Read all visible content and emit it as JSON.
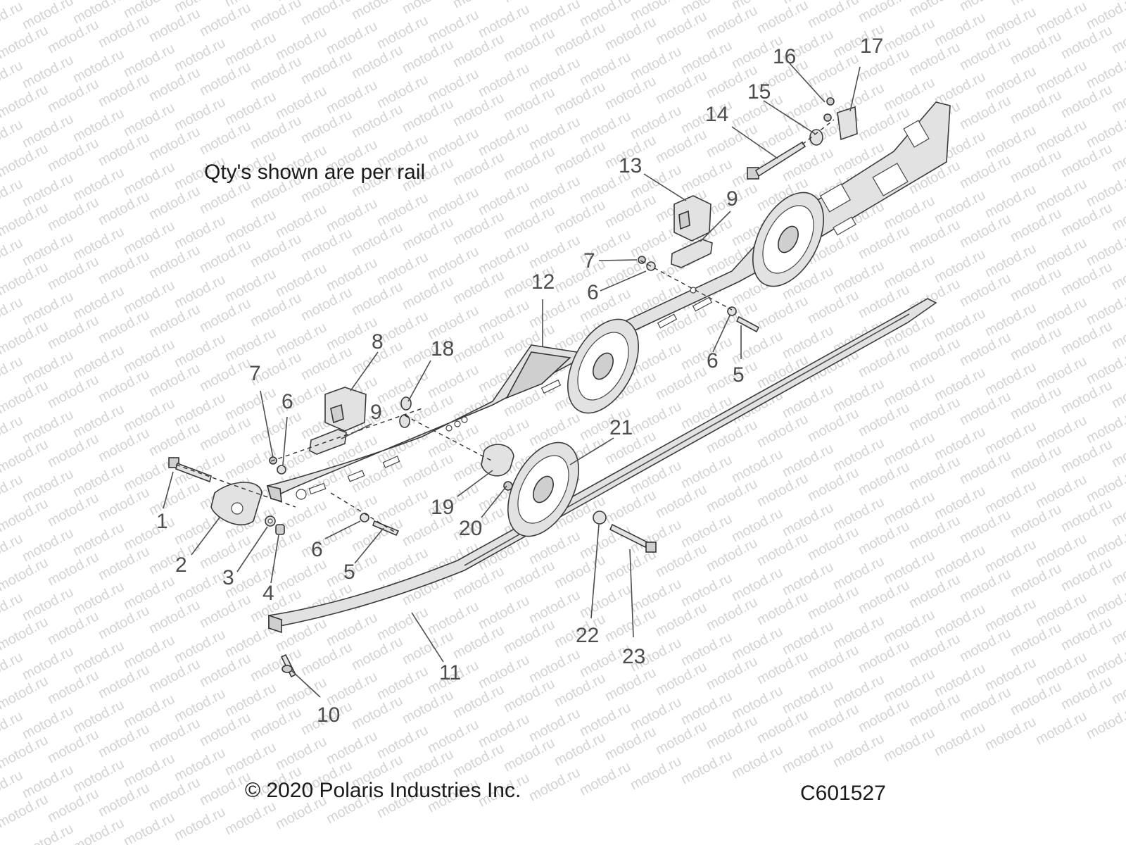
{
  "note": "Qty's shown are per rail",
  "copyright": "© 2020 Polaris Industries Inc.",
  "figure_code": "C601527",
  "watermark_text": "motod.ru",
  "callouts": [
    {
      "label": "1"
    },
    {
      "label": "2"
    },
    {
      "label": "3"
    },
    {
      "label": "4"
    },
    {
      "label": "5"
    },
    {
      "label": "6"
    },
    {
      "label": "5"
    },
    {
      "label": "6"
    },
    {
      "label": "6"
    },
    {
      "label": "7"
    },
    {
      "label": "6"
    },
    {
      "label": "7"
    },
    {
      "label": "8"
    },
    {
      "label": "9"
    },
    {
      "label": "9"
    },
    {
      "label": "10"
    },
    {
      "label": "11"
    },
    {
      "label": "12"
    },
    {
      "label": "13"
    },
    {
      "label": "14"
    },
    {
      "label": "15"
    },
    {
      "label": "16"
    },
    {
      "label": "17"
    },
    {
      "label": "18"
    },
    {
      "label": "19"
    },
    {
      "label": "20"
    },
    {
      "label": "21"
    },
    {
      "label": "22"
    },
    {
      "label": "23"
    }
  ]
}
